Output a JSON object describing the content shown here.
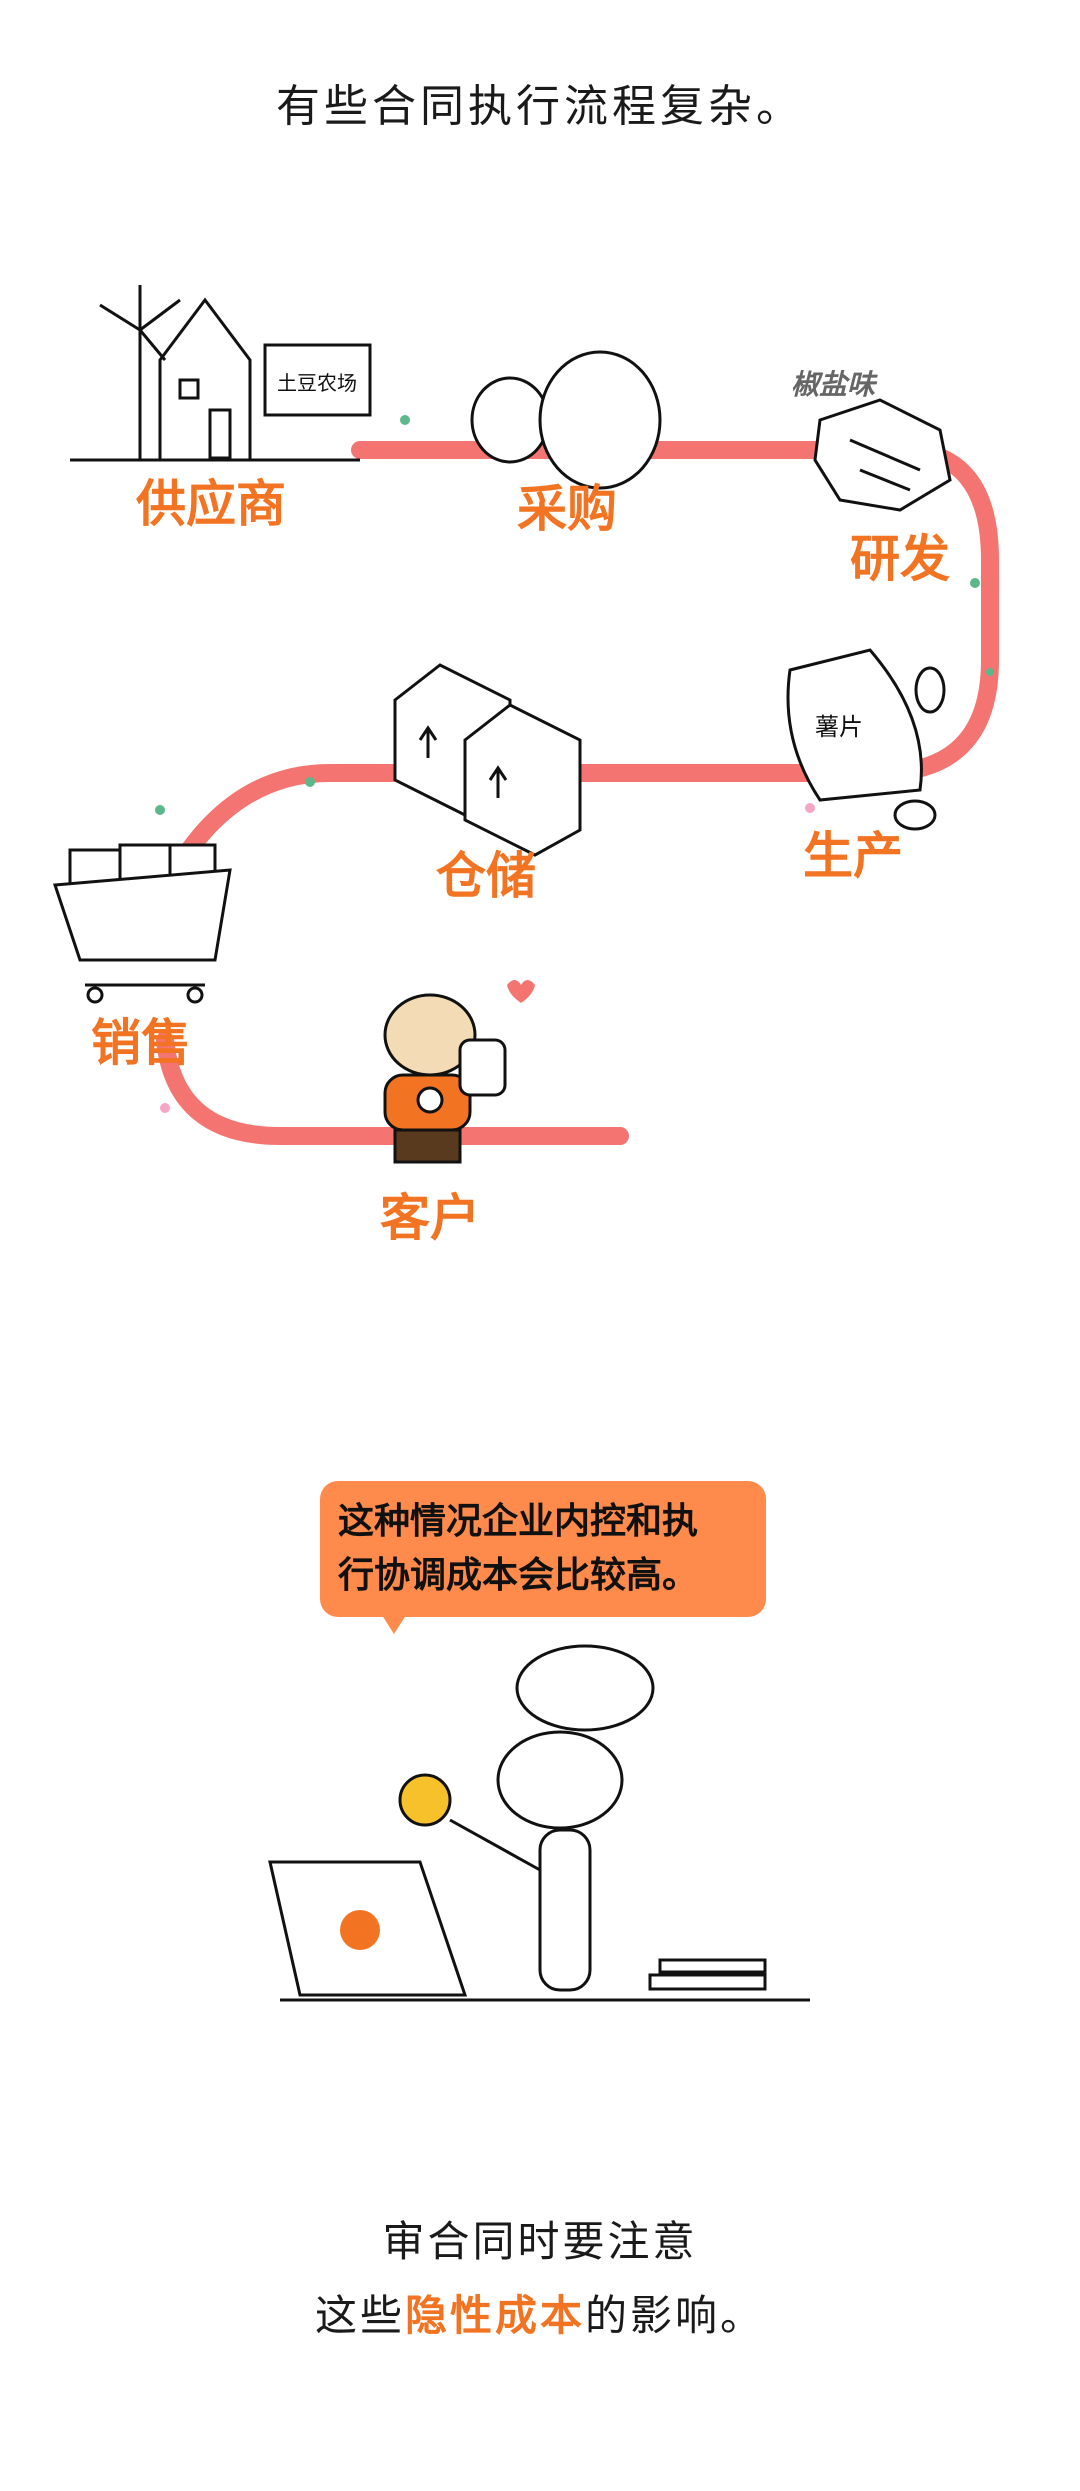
{
  "title": "有些合同执行流程复杂。",
  "flow": {
    "steps": [
      "供应商",
      "采购",
      "研发",
      "生产",
      "仓储",
      "销售",
      "客户"
    ],
    "flavor_label": "椒盐味",
    "farm_sign": "土豆农场",
    "chip_bag_text": "薯片"
  },
  "bubble": {
    "line1": "这种情况企业内控和执",
    "line2": "行协调成本会比较高。"
  },
  "footer": {
    "line1": "审合同时要注意",
    "line2_pre": "这些",
    "line2_highlight": "隐性成本",
    "line2_post": "的影响。"
  },
  "colors": {
    "accent": "#f27321",
    "path": "#f47471",
    "bubble": "#fe8a4c"
  }
}
